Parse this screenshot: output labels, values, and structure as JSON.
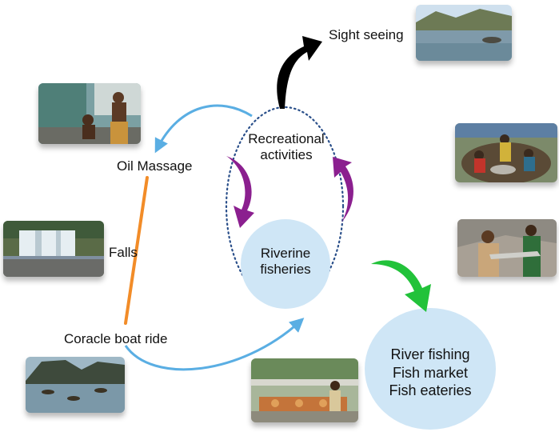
{
  "activities": {
    "sight_seeing": "Sight seeing",
    "oil_massage": "Oil Massage",
    "falls": "Falls",
    "coracle_boat_ride": "Coracle boat ride"
  },
  "recreational": {
    "line1": "Recreational",
    "line2": "activities"
  },
  "riverine": {
    "line1": "Riverine",
    "line2": "fisheries"
  },
  "outputs": {
    "line1": "River fishing",
    "line2": "Fish market",
    "line3": "Fish eateries"
  },
  "colors": {
    "blue_arrow": "#5aaee3",
    "purple_arrow": "#8b1f8f",
    "green_arrow": "#22c23a",
    "black_arrow": "#000000",
    "orange_line": "#f28c28",
    "dotted_ellipse": "#2a4f8a",
    "circle_fill": "#cfe6f6"
  }
}
